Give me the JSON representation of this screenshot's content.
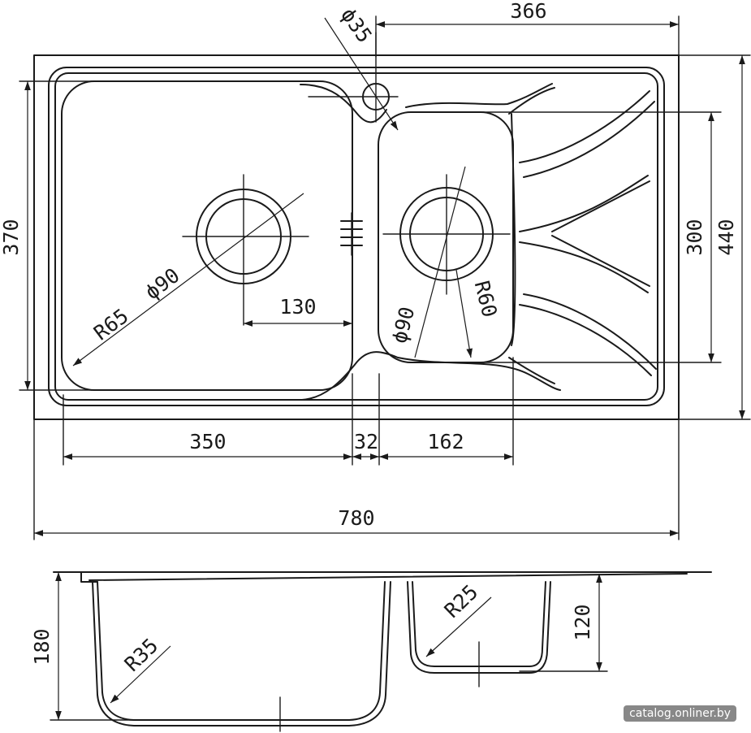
{
  "dims": {
    "overall_width": "780",
    "overall_depth": "440",
    "right_bowl_span": "366",
    "tap_hole": "ϕ35",
    "left_bowl_depth": "370",
    "right_bowl_depth": "300",
    "left_drain": "ϕ90",
    "left_corner_radius": "R65",
    "left_drain_offset": "130",
    "right_drain": "ϕ90",
    "right_corner_radius": "R60",
    "left_bowl_width": "350",
    "divider_width": "32",
    "right_bowl_width": "162",
    "section_left_radius": "R35",
    "section_right_radius": "R25",
    "section_height": "180",
    "section_small_height": "120"
  },
  "watermark": "catalog.onliner.by"
}
